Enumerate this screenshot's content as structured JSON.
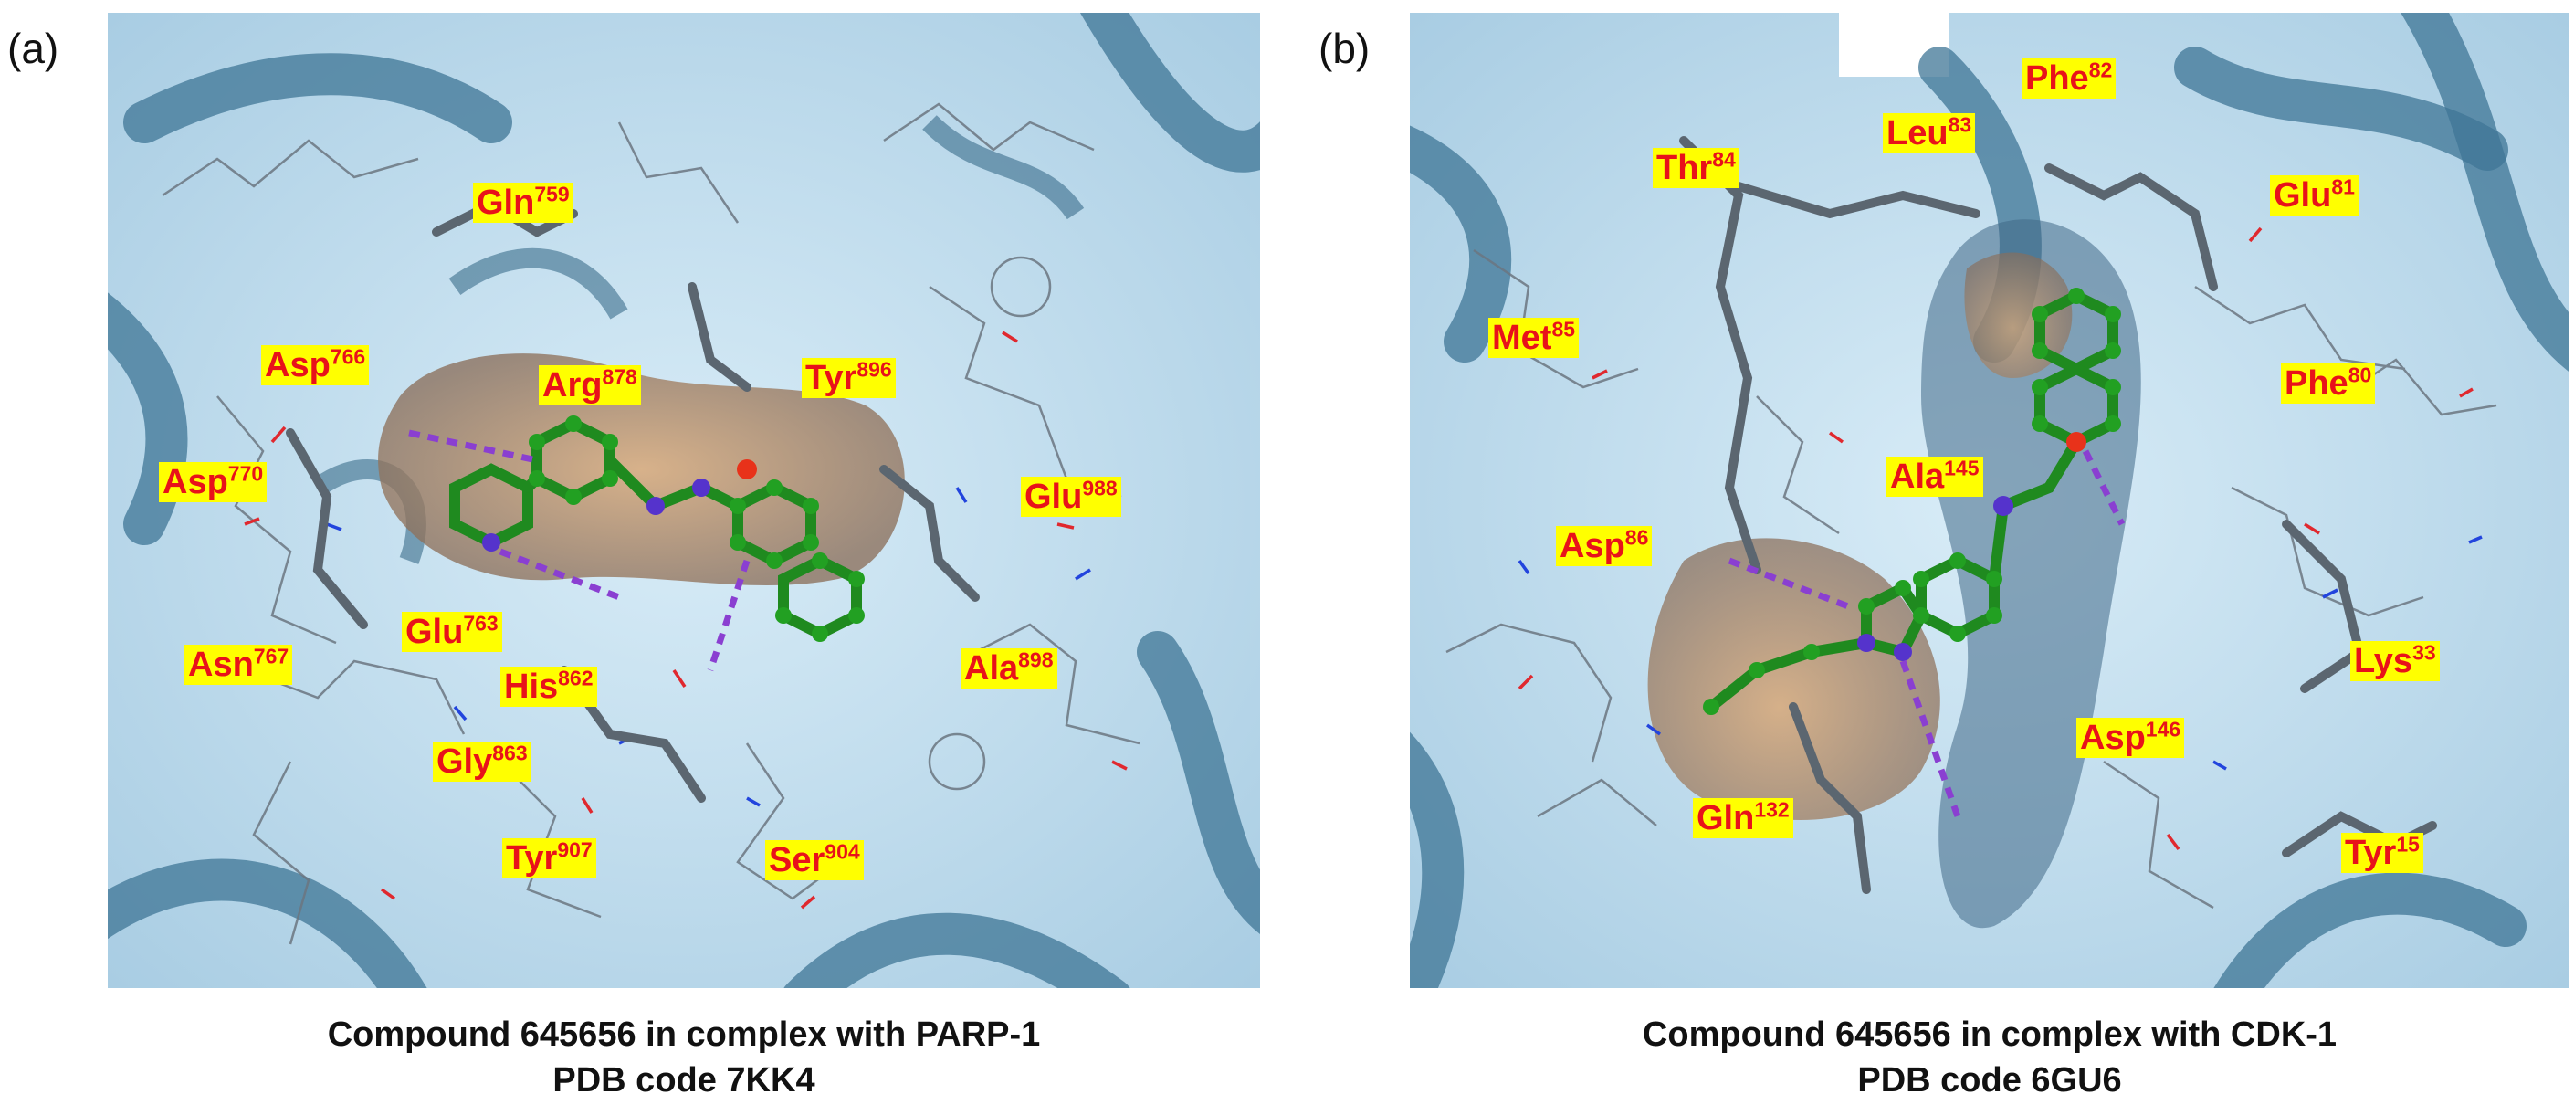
{
  "figure": {
    "panels": [
      {
        "tag": "(a)",
        "residues": [
          {
            "name": "Gln",
            "num": "759"
          },
          {
            "name": "Asp",
            "num": "766"
          },
          {
            "name": "Arg",
            "num": "878"
          },
          {
            "name": "Tyr",
            "num": "896"
          },
          {
            "name": "Asp",
            "num": "770"
          },
          {
            "name": "Glu",
            "num": "988"
          },
          {
            "name": "Glu",
            "num": "763"
          },
          {
            "name": "Asn",
            "num": "767"
          },
          {
            "name": "His",
            "num": "862"
          },
          {
            "name": "Ala",
            "num": "898"
          },
          {
            "name": "Gly",
            "num": "863"
          },
          {
            "name": "Tyr",
            "num": "907"
          },
          {
            "name": "Ser",
            "num": "904"
          }
        ],
        "caption_line1": "Compound 645656 in complex with PARP-1",
        "caption_line2": "PDB code 7KK4"
      },
      {
        "tag": "(b)",
        "residues": [
          {
            "name": "Phe",
            "num": "82"
          },
          {
            "name": "Leu",
            "num": "83"
          },
          {
            "name": "Thr",
            "num": "84"
          },
          {
            "name": "Glu",
            "num": "81"
          },
          {
            "name": "Met",
            "num": "85"
          },
          {
            "name": "Phe",
            "num": "80"
          },
          {
            "name": "Ala",
            "num": "145"
          },
          {
            "name": "Asp",
            "num": "86"
          },
          {
            "name": "Lys",
            "num": "33"
          },
          {
            "name": "Asp",
            "num": "146"
          },
          {
            "name": "Gln",
            "num": "132"
          },
          {
            "name": "Tyr",
            "num": "15"
          }
        ],
        "caption_line1": "Compound 645656 in complex with CDK-1",
        "caption_line2": "PDB code 6GU6"
      }
    ],
    "colors": {
      "surface": "#bcdcee",
      "ribbon": "#3f7595",
      "pocket": "#c79a70",
      "ligand": "#22a022",
      "hbond": "#8a3fd1",
      "label_bg": "#ffff00",
      "label_text": "#e8121a"
    }
  }
}
